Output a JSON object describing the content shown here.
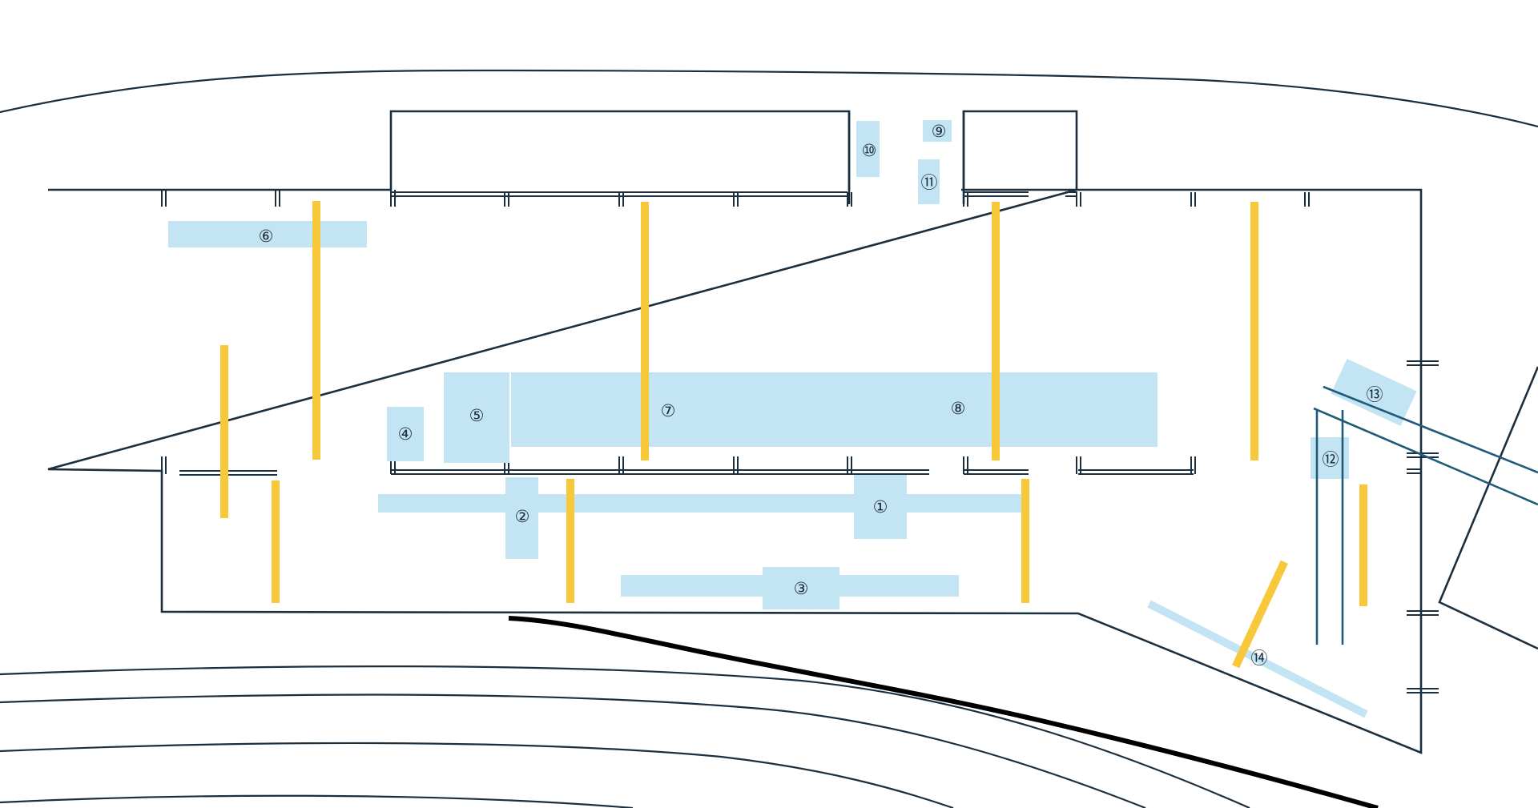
{
  "colors": {
    "wall": "#1b2f3f",
    "zone": "#c3e4f3",
    "post": "#f6c83a",
    "track": "#1f5a7a",
    "heavy": "#000000",
    "background": "#ffffff"
  },
  "zones": [
    {
      "id": "1",
      "label": "①"
    },
    {
      "id": "2",
      "label": "②"
    },
    {
      "id": "3",
      "label": "③"
    },
    {
      "id": "4",
      "label": "④"
    },
    {
      "id": "5",
      "label": "⑤"
    },
    {
      "id": "6",
      "label": "⑥"
    },
    {
      "id": "7",
      "label": "⑦"
    },
    {
      "id": "8",
      "label": "⑧"
    },
    {
      "id": "9",
      "label": "⑨"
    },
    {
      "id": "10",
      "label": "⑩"
    },
    {
      "id": "11",
      "label": "⑪"
    },
    {
      "id": "12",
      "label": "⑫"
    },
    {
      "id": "13",
      "label": "⑬"
    },
    {
      "id": "14",
      "label": "⑭"
    }
  ]
}
